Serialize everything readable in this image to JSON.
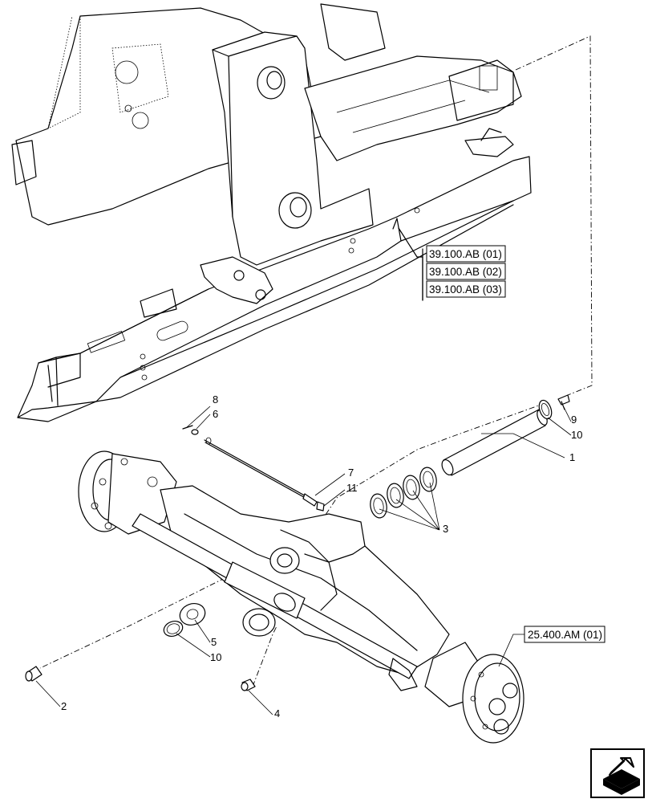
{
  "references": [
    {
      "id": "ref-39-01",
      "label": "39.100.AB (01)"
    },
    {
      "id": "ref-39-02",
      "label": "39.100.AB (02)"
    },
    {
      "id": "ref-39-03",
      "label": "39.100.AB (03)"
    },
    {
      "id": "ref-25-01",
      "label": "25.400.AM (01)"
    }
  ],
  "callouts": {
    "c1": "1",
    "c2": "2",
    "c3": "3",
    "c4": "4",
    "c5": "5",
    "c6": "6",
    "c7": "7",
    "c8": "8",
    "c9": "9",
    "c10a": "10",
    "c10b": "10",
    "c11": "11"
  },
  "nav": {
    "icon": "next-page-arrow-icon"
  }
}
